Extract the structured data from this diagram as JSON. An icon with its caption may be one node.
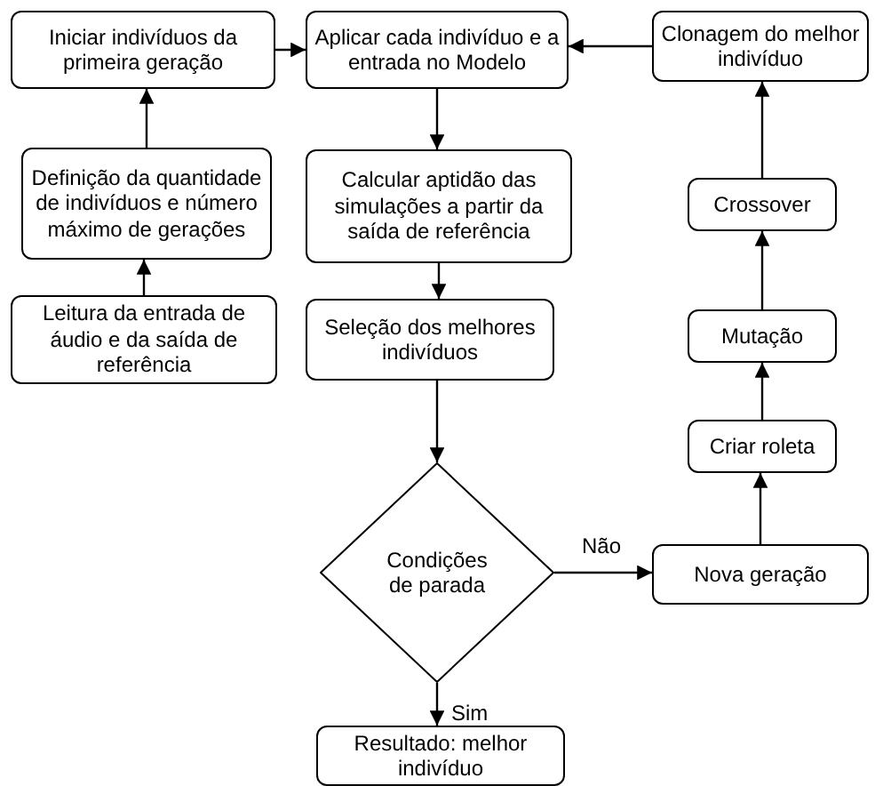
{
  "diagram": {
    "nodes": [
      {
        "text": [
          "Iniciar indivíduos da primeira geração"
        ]
      },
      {
        "text": [
          "Definição da quantidade de indivíduos e número máximo de gerações"
        ]
      },
      {
        "text": [
          "Leitura da entrada de áudio e da saída de referência"
        ]
      },
      {
        "text": [
          "Aplicar cada indivíduo e a entrada no Modelo"
        ]
      },
      {
        "text": [
          "Calcular aptidão das simulações a partir da saída de referência"
        ]
      },
      {
        "text": [
          "Seleção dos melhores indivíduos"
        ]
      },
      {
        "text": [
          "Condições de parada"
        ]
      },
      {
        "text": [
          "Nova geração"
        ]
      },
      {
        "text": [
          "Criar roleta"
        ]
      },
      {
        "text": [
          "Mutação"
        ]
      },
      {
        "text": [
          "Crossover"
        ]
      },
      {
        "text": [
          "Clonagem do melhor indivíduo"
        ]
      },
      {
        "text": [
          "Resultado: melhor indivíduo"
        ]
      }
    ],
    "edges": [
      {
        "from": 2,
        "to": 1,
        "arrow": "to"
      },
      {
        "from": 1,
        "to": 0,
        "arrow": "to"
      },
      {
        "from": 0,
        "to": 3,
        "arrow": "to"
      },
      {
        "from": 3,
        "to": 4,
        "arrow": "to"
      },
      {
        "from": 4,
        "to": 5,
        "arrow": "to"
      },
      {
        "from": 5,
        "to": 6,
        "arrow": "to"
      },
      {
        "from": 6,
        "to": 7,
        "arrow": "to",
        "label": "Não"
      },
      {
        "from": 6,
        "to": 12,
        "arrow": "to",
        "label": "Sim"
      },
      {
        "from": 7,
        "to": 8,
        "arrow": "to"
      },
      {
        "from": 8,
        "to": 9,
        "arrow": "to"
      },
      {
        "from": 9,
        "to": 10,
        "arrow": "to"
      },
      {
        "from": 10,
        "to": 11,
        "arrow": "to"
      },
      {
        "from": 11,
        "to": 3,
        "arrow": "to"
      }
    ]
  }
}
